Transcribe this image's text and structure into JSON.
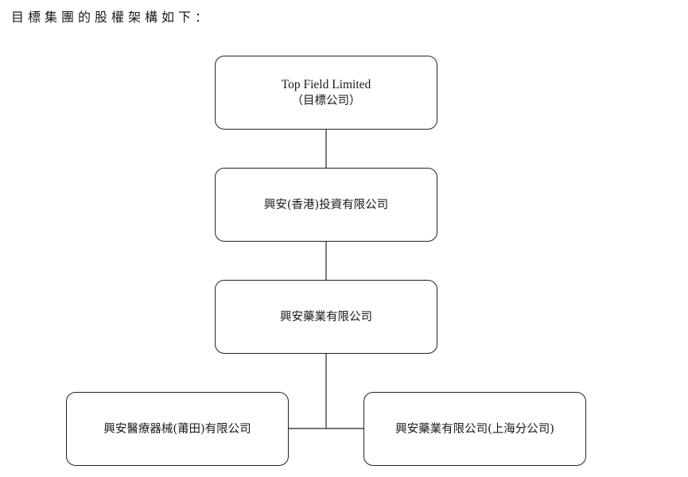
{
  "heading": "目標集團的股權架構如下：",
  "nodes": {
    "top": {
      "name": "Top Field Limited",
      "note": "（目標公司）"
    },
    "hk": {
      "name": "興安(香港)投資有限公司"
    },
    "pharma": {
      "name": "興安藥業有限公司"
    },
    "putian": {
      "name": "興安醫療器械(莆田)有限公司"
    },
    "shanghai": {
      "name": "興安藥業有限公司(上海分公司)"
    }
  },
  "colors": {
    "line": "#222222",
    "text": "#1a1a1a",
    "background": "#ffffff"
  }
}
